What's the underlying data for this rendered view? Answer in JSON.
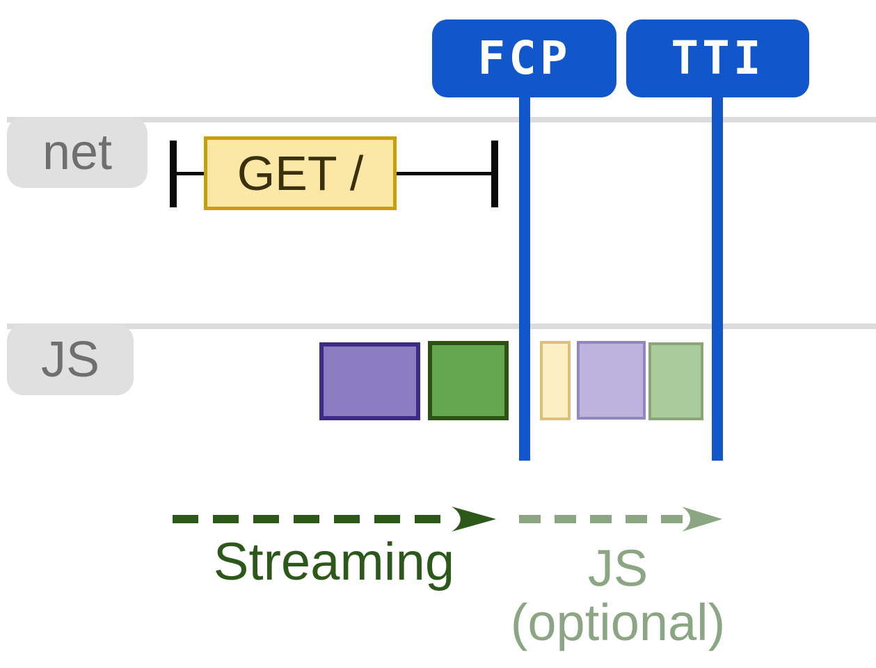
{
  "colors": {
    "marker_blue": "#1256CB",
    "marker_text": "#FFFFFF",
    "track_line": "#DCDCDC",
    "tab_bg": "#E0E0E0",
    "tab_text": "#6F6F6F",
    "request_fill": "#FBE7A6",
    "request_border": "#C89E0B",
    "request_text": "#3B300C",
    "tick_black": "#0A0A0A",
    "streaming_green": "#2C591A",
    "optional_sage": "#8CA684"
  },
  "markers": [
    {
      "id": "fcp",
      "label": "FCP"
    },
    {
      "id": "tti",
      "label": "TTI"
    }
  ],
  "tracks": [
    {
      "id": "net",
      "label": "net"
    },
    {
      "id": "js",
      "label": "JS"
    }
  ],
  "network_request": {
    "label": "GET /"
  },
  "js_blocks": [
    {
      "id": "js-block-1",
      "fill": "#8C7CC2",
      "stroke": "#3D2B87",
      "faded": false
    },
    {
      "id": "js-block-2",
      "fill": "#64A74F",
      "stroke": "#2B5212",
      "faded": false
    },
    {
      "id": "js-block-3",
      "fill": "#FCEFC4",
      "stroke": "#DCC07A",
      "faded": true
    },
    {
      "id": "js-block-4",
      "fill": "#BDB3DC",
      "stroke": "#9187BC",
      "faded": true
    },
    {
      "id": "js-block-5",
      "fill": "#AACB9B",
      "stroke": "#8BA47E",
      "faded": true
    }
  ],
  "annotations": [
    {
      "id": "streaming",
      "label": "Streaming",
      "color": "#2C591A"
    },
    {
      "id": "js-optional",
      "label": "JS",
      "sublabel": "(optional)",
      "color": "#8CA684"
    }
  ]
}
